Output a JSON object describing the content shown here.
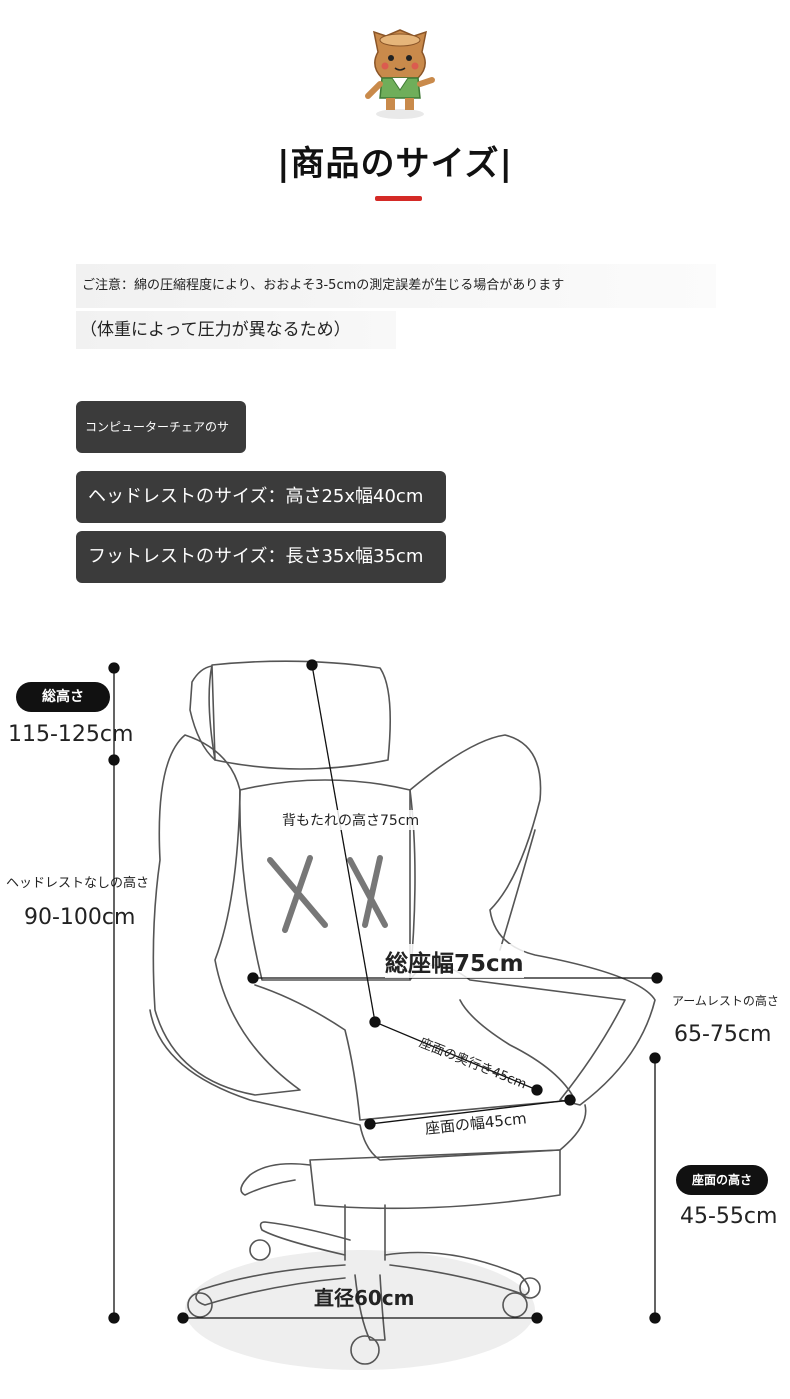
{
  "header": {
    "title": "|商品のサイズ|"
  },
  "notes": {
    "caution": "ご注意：綿の圧縮程度により、おおよそ3-5cmの測定誤差が生じる場合があります",
    "reason": "（体重によって圧力が異なるため）"
  },
  "size_labels": [
    "コンピューターチェアのサ",
    "ヘッドレストのサイズ：高さ25x幅40cm",
    "フットレストのサイズ：長さ35x幅35cm"
  ],
  "diagram": {
    "total_height_tag": "総高さ",
    "total_height_value": "115-125cm",
    "height_without_headrest_label": "ヘッドレストなしの高さ",
    "height_without_headrest_value": "90-100cm",
    "backrest_height": "背もたれの高さ75cm",
    "total_seat_width": "総座幅75cm",
    "seat_depth": "座面の奥行き45cm",
    "seat_width": "座面の幅45cm",
    "armrest_height_label": "アームレストの高さ",
    "armrest_height_value": "65-75cm",
    "seat_height_tag": "座面の高さ",
    "seat_height_value": "45-55cm",
    "diameter": "直径60cm"
  },
  "colors": {
    "accent_red": "#d42a26",
    "pill_dark": "#3b3b3b",
    "mascot_brown": "#c98a4b",
    "mascot_green": "#6fae5a"
  }
}
